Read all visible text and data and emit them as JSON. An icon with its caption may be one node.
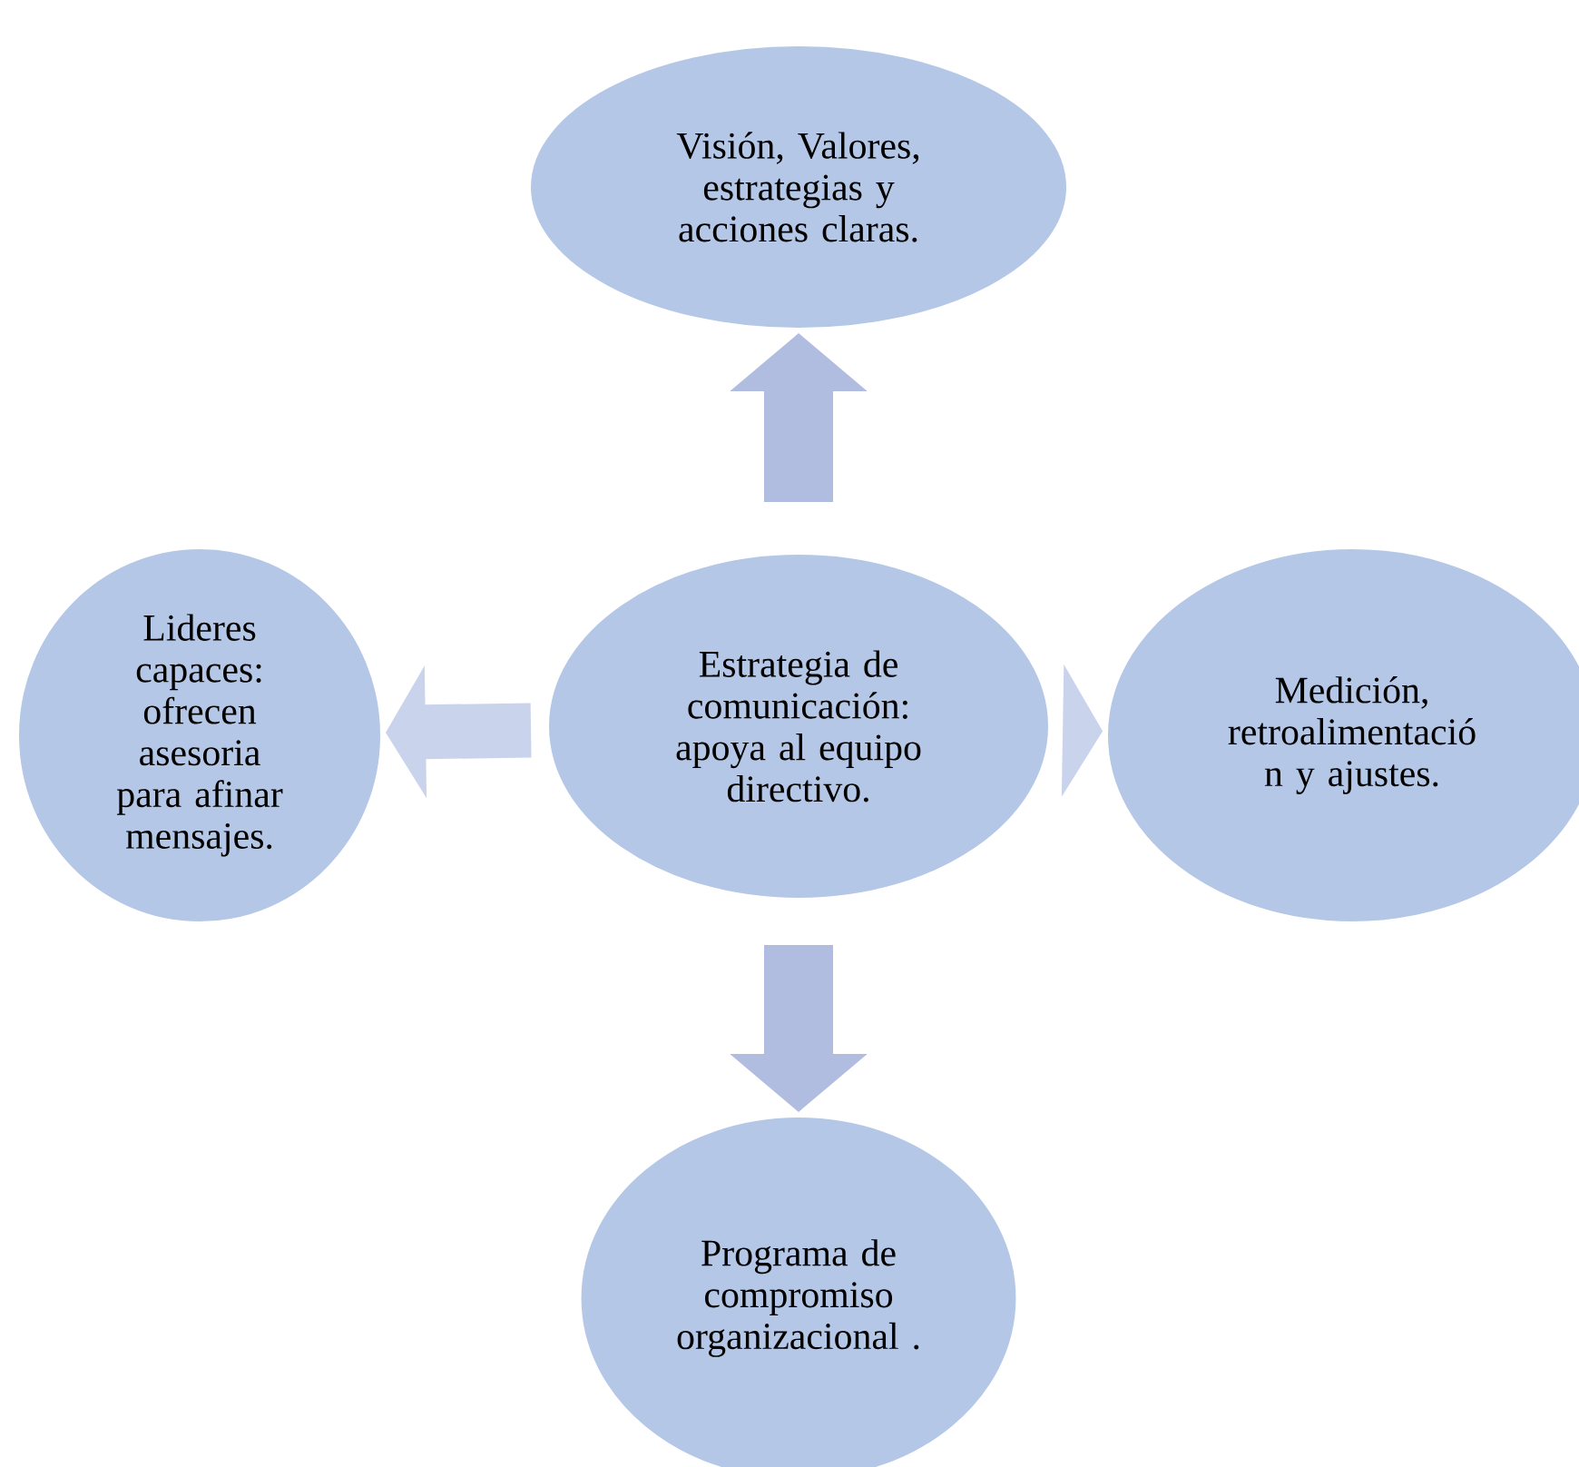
{
  "diagram": {
    "nodes": [
      {
        "text": [
          "Visión, Valores, estrategias y acciones claras."
        ]
      },
      {
        "text": [
          "Lideres capaces: ofrecen asesoria para afinar mensajes."
        ]
      },
      {
        "text": [
          "Estrategia de comunicación: apoya al equipo directivo."
        ]
      },
      {
        "text": [
          "Medición, retroalimentació n y ajustes."
        ]
      },
      {
        "text": [
          "Programa de compromiso organizacional ."
        ]
      }
    ],
    "edges": [
      {
        "from": 2,
        "to": 0,
        "arrow": "to"
      },
      {
        "from": 2,
        "to": 1,
        "arrow": "to"
      },
      {
        "from": 2,
        "to": 3,
        "arrow": "to"
      },
      {
        "from": 2,
        "to": 4,
        "arrow": "to"
      }
    ]
  }
}
